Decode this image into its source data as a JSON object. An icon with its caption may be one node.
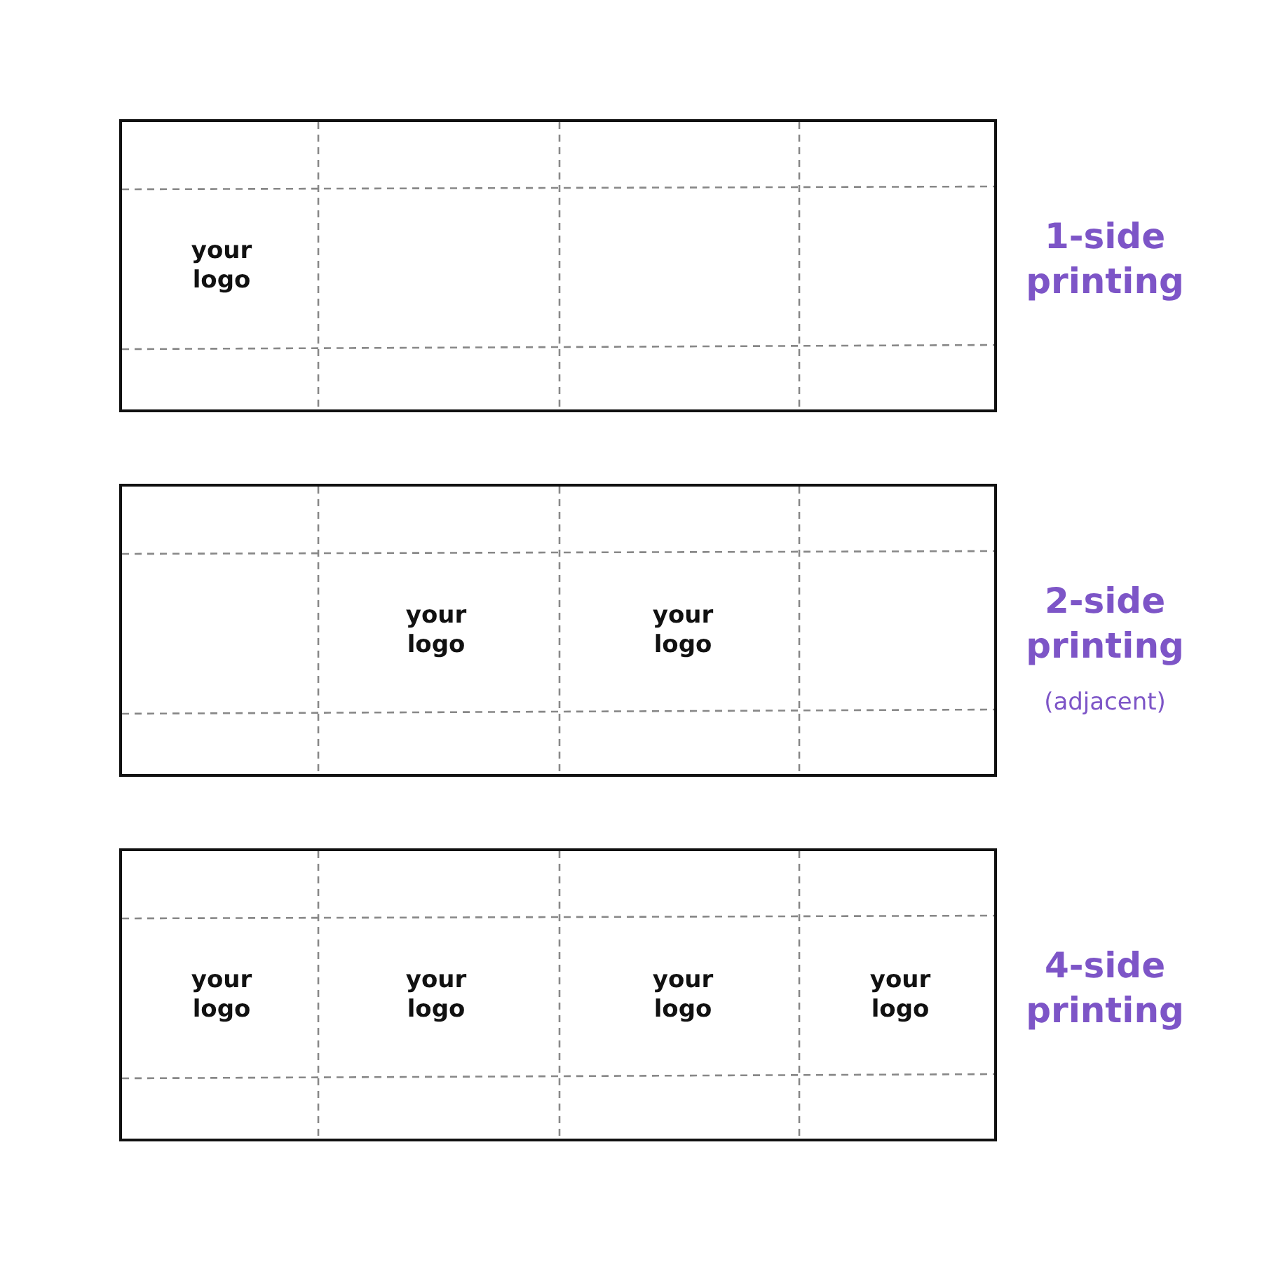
{
  "diagram": {
    "nodes": [
      {
        "text": [
          "your logo"
        ],
        "beside": [
          "1-side printing"
        ]
      },
      {
        "text": [
          "your logo",
          "your logo"
        ],
        "beside": [
          "2-side printing",
          "(adjacent)"
        ]
      },
      {
        "text": [
          "your logo",
          "your logo",
          "your logo",
          "your logo"
        ],
        "beside": [
          "4-side printing"
        ]
      }
    ]
  }
}
